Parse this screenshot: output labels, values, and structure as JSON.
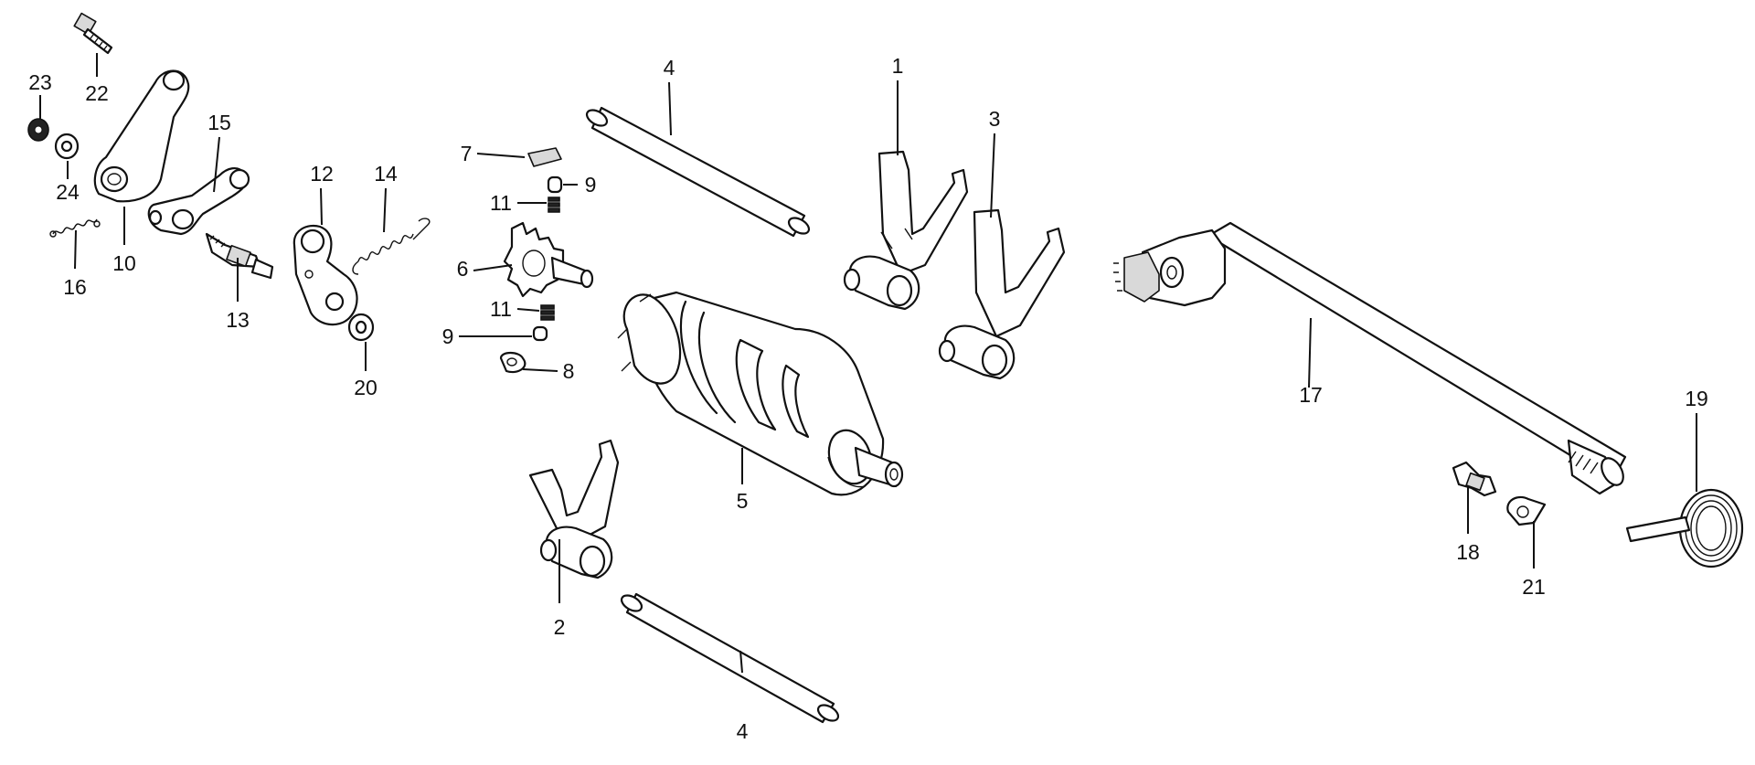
{
  "diagram": {
    "callouts": [
      {
        "id": "c1",
        "number": "1"
      },
      {
        "id": "c2",
        "number": "2"
      },
      {
        "id": "c3",
        "number": "3"
      },
      {
        "id": "c4a",
        "number": "4"
      },
      {
        "id": "c4b",
        "number": "4"
      },
      {
        "id": "c5",
        "number": "5"
      },
      {
        "id": "c6",
        "number": "6"
      },
      {
        "id": "c7",
        "number": "7"
      },
      {
        "id": "c8",
        "number": "8"
      },
      {
        "id": "c9a",
        "number": "9"
      },
      {
        "id": "c9b",
        "number": "9"
      },
      {
        "id": "c10",
        "number": "10"
      },
      {
        "id": "c11a",
        "number": "11"
      },
      {
        "id": "c11b",
        "number": "11"
      },
      {
        "id": "c12",
        "number": "12"
      },
      {
        "id": "c13",
        "number": "13"
      },
      {
        "id": "c14",
        "number": "14"
      },
      {
        "id": "c15",
        "number": "15"
      },
      {
        "id": "c16",
        "number": "16"
      },
      {
        "id": "c17",
        "number": "17"
      },
      {
        "id": "c18",
        "number": "18"
      },
      {
        "id": "c19",
        "number": "19"
      },
      {
        "id": "c20",
        "number": "20"
      },
      {
        "id": "c21",
        "number": "21"
      },
      {
        "id": "c22",
        "number": "22"
      },
      {
        "id": "c23",
        "number": "23"
      },
      {
        "id": "c24",
        "number": "24"
      }
    ]
  }
}
